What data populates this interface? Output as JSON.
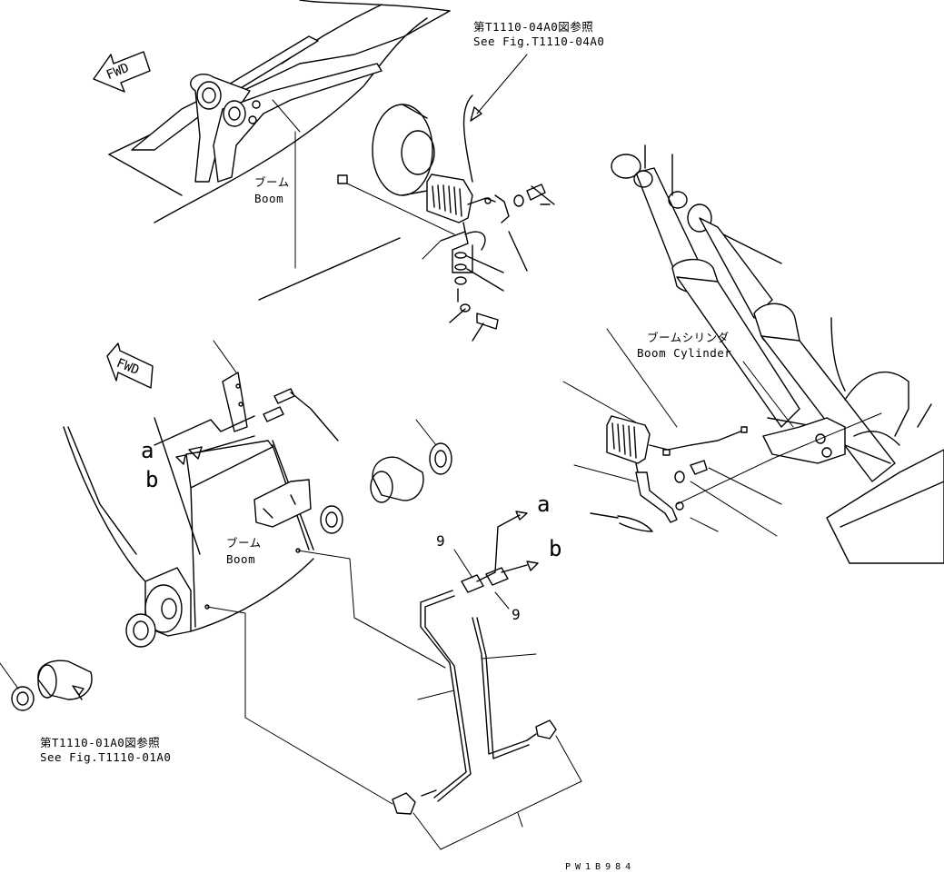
{
  "drawing_code": "PW1B984",
  "references": {
    "top": {
      "jp": "第T1110-04A0図参照",
      "en": "See Fig.T1110-04A0"
    },
    "bottom": {
      "jp": "第T1110-01A0図参照",
      "en": "See Fig.T1110-01A0"
    }
  },
  "labels": {
    "boom_top": {
      "jp": "ブーム",
      "en": "Boom"
    },
    "boom_mid": {
      "jp": "ブーム",
      "en": "Boom"
    },
    "boom_cylinder": {
      "jp": "ブームシリンダ",
      "en": "Boom Cylinder"
    }
  },
  "direction_marks": {
    "top": "FWD",
    "mid": "FWD"
  },
  "hose_ports": {
    "a_left": "a",
    "b_left": "b",
    "a_right": "a",
    "b_right": "b"
  },
  "part_numbers": {
    "upper_9": "9",
    "lower_9": "9"
  }
}
